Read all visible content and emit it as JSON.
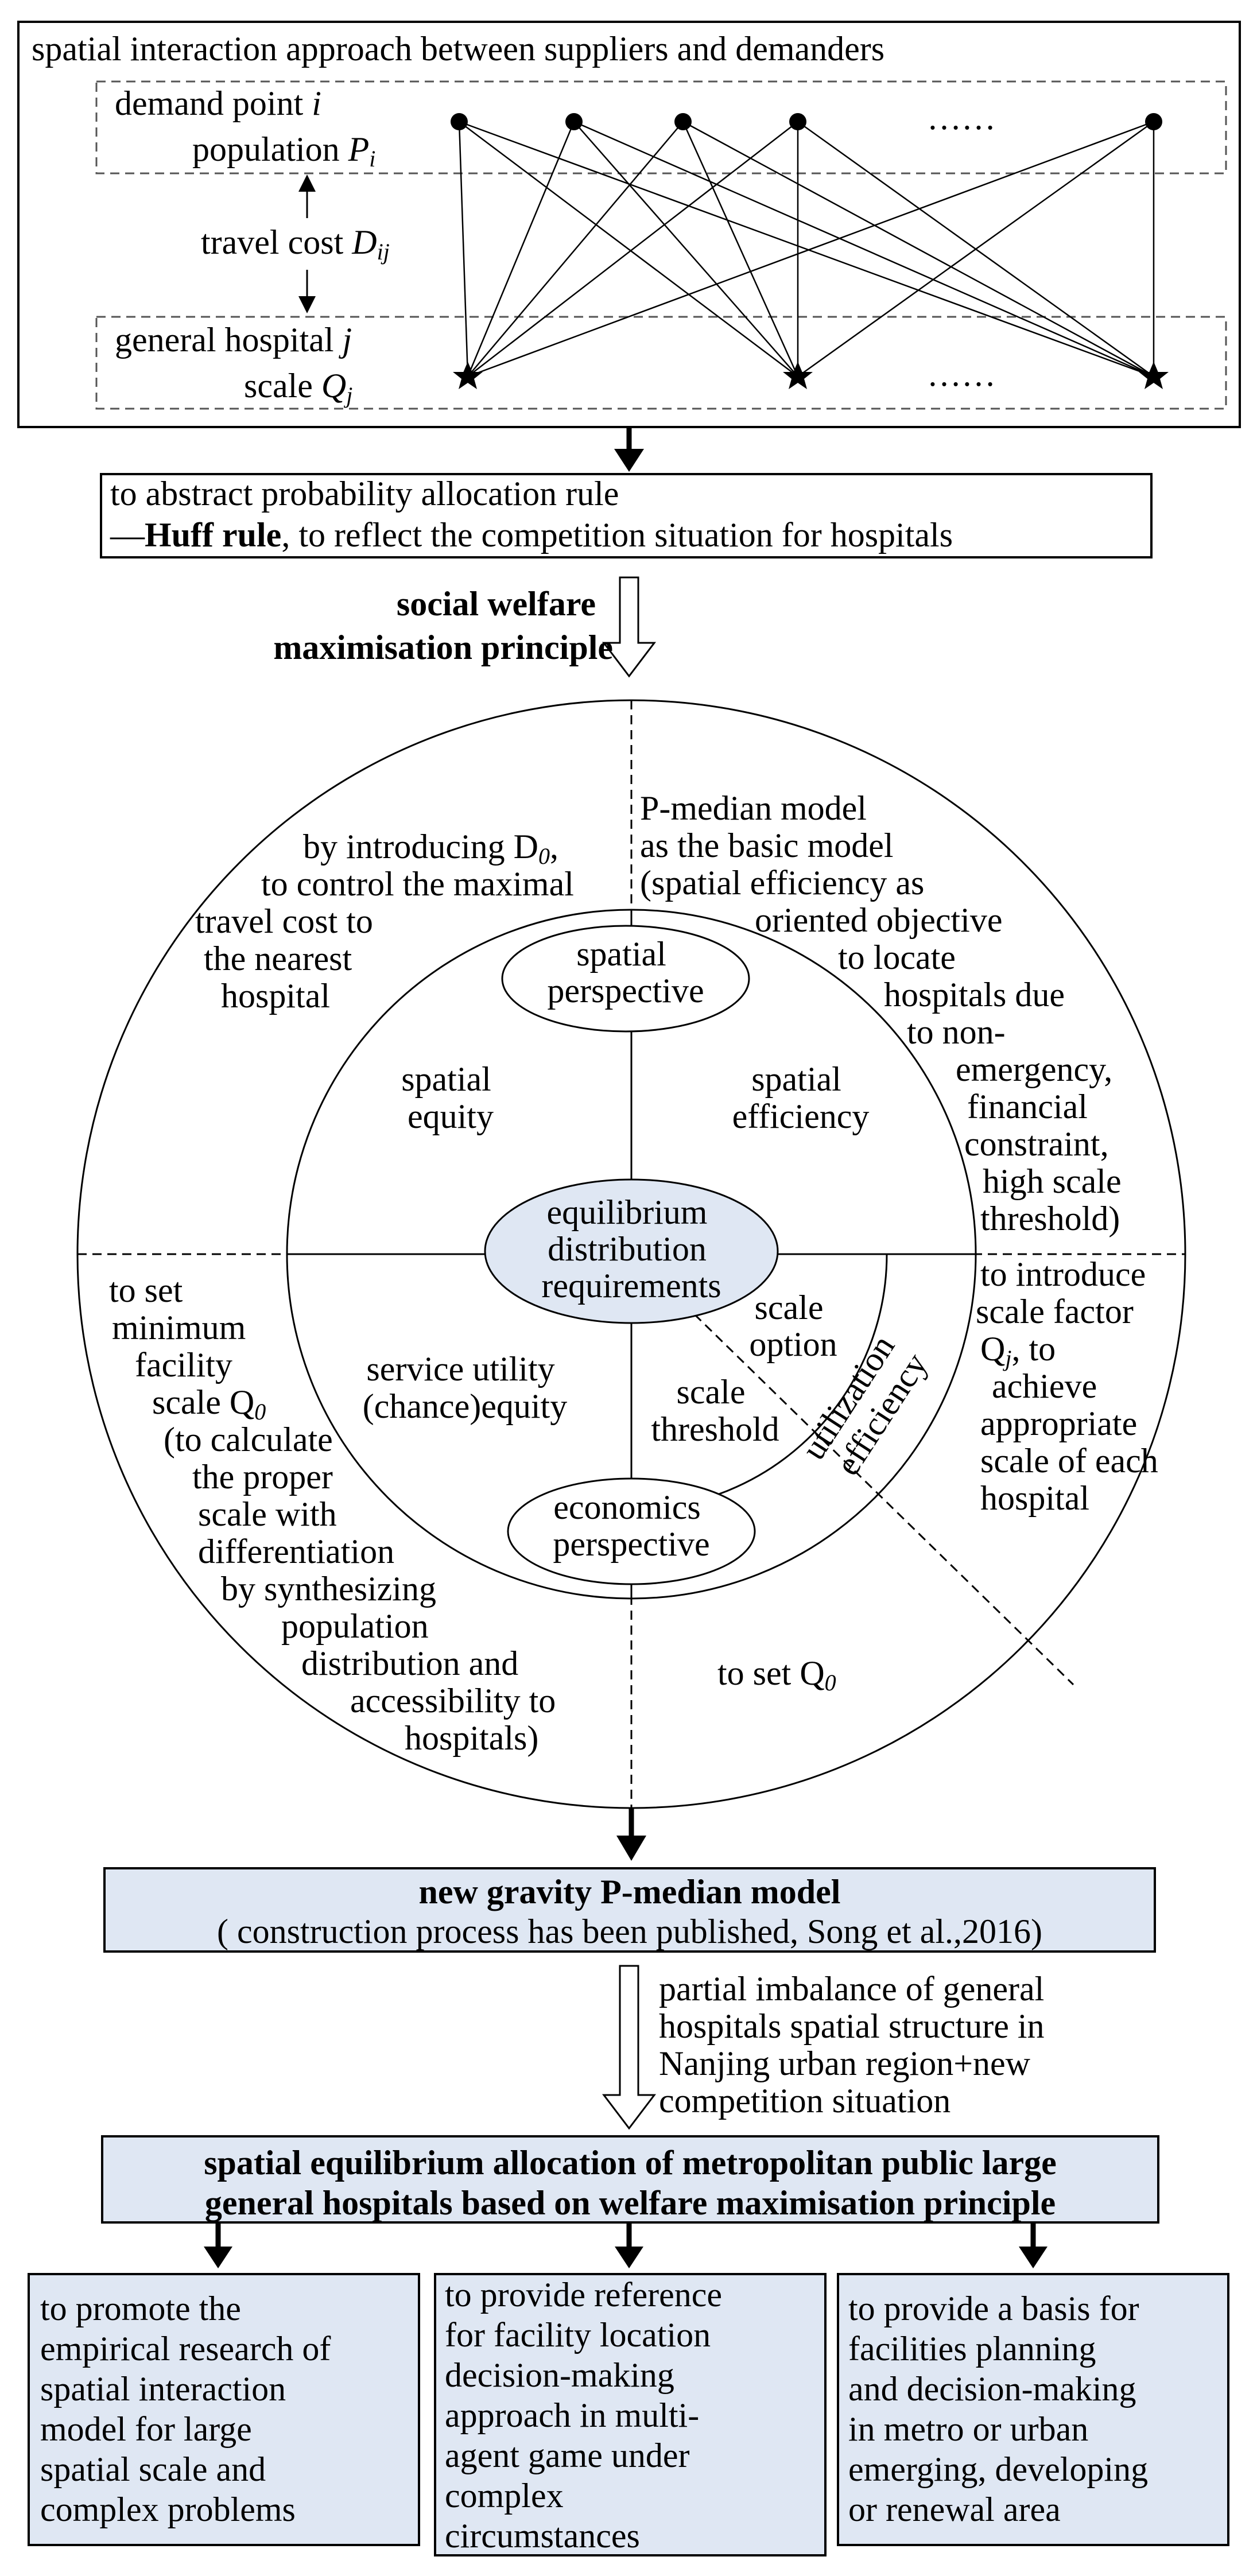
{
  "header": {
    "title": "spatial interaction approach between suppliers and demanders",
    "demand_label": "demand point",
    "demand_var": "i",
    "population_label": "population",
    "population_var": "P",
    "population_sub": "i",
    "travel_label": "travel cost",
    "travel_var": "D",
    "travel_sub": "ij",
    "hospital_label": "general hospital",
    "hospital_var": "j",
    "scale_label": "scale",
    "scale_var": "Q",
    "scale_sub": "j",
    "ellipsis": "……"
  },
  "huff_box": {
    "line1": "to abstract probability allocation rule",
    "line2_prefix": "—",
    "line2_bold": "Huff rule",
    "line2_rest": ", to reflect the competition situation for hospitals"
  },
  "welfare_label": {
    "line1": "social welfare",
    "line2": "maximisation principle"
  },
  "circle": {
    "top_left": {
      "line1_pre": "by introducing D",
      "line1_sub": "0",
      "line1_post": ",",
      "line2": "to control the maximal",
      "line3": "travel cost to",
      "line4": "the nearest",
      "line5": "hospital"
    },
    "top_right": [
      "P-median model",
      "as the basic model",
      "(spatial efficiency as",
      "oriented objective",
      "to locate",
      "hospitals due",
      "to non-",
      "emergency,",
      "financial",
      "constraint,",
      "high scale",
      "threshold)"
    ],
    "left": {
      "l1": "to set",
      "l2": "minimum",
      "l3": "facility",
      "l4_pre": "scale Q",
      "l4_sub": "0",
      "rest": [
        "(to calculate",
        "the proper",
        "scale with",
        "differentiation",
        "by synthesizing",
        "population",
        "distribution and",
        "accessibility to",
        "hospitals)"
      ]
    },
    "right": {
      "l1": "to introduce",
      "l2": "scale factor",
      "l3_pre": "Q",
      "l3_sub": "j",
      "l3_post": ", to",
      "rest": [
        "achieve",
        "appropriate",
        "scale of each",
        "hospital"
      ]
    },
    "bottom_right": {
      "pre": "to set Q",
      "sub": "0"
    },
    "spatial_perspective": [
      "spatial",
      "perspective"
    ],
    "economics_perspective": [
      "economics",
      "perspective"
    ],
    "center": [
      "equilibrium",
      "distribution",
      "requirements"
    ],
    "spatial_equity": [
      "spatial",
      "equity"
    ],
    "spatial_efficiency": [
      "spatial",
      "efficiency"
    ],
    "service_utility": [
      "service utility",
      "(chance)equity"
    ],
    "scale_option": [
      "scale",
      "option"
    ],
    "scale_threshold": [
      "scale",
      "threshold"
    ],
    "utilization": [
      "utilization",
      "efficiency"
    ]
  },
  "model_box": {
    "title": "new gravity P-median model",
    "subtitle": "( construction process has been published, Song et al.,2016)"
  },
  "imbalance": [
    "partial imbalance  of general",
    "hospitals spatial structure in",
    "Nanjing urban region+new",
    "competition situation"
  ],
  "allocation_box": {
    "line1": "spatial equilibrium allocation of metropolitan public large",
    "line2": "general hospitals based on welfare maximisation principle"
  },
  "outputs": [
    [
      "to promote the",
      "empirical research of",
      "spatial interaction",
      "model  for large",
      "spatial scale and",
      "complex problems"
    ],
    [
      "to provide reference",
      "for facility location",
      "decision-making",
      "approach in multi-",
      "agent game under",
      "complex",
      "circumstances"
    ],
    [
      "to provide a basis for",
      "facilities planning",
      "and decision-making",
      "in  metro or urban",
      "emerging, developing",
      "or renewal  area"
    ]
  ],
  "colors": {
    "fill_blue": "#dfe7f3",
    "stroke": "#000000"
  }
}
